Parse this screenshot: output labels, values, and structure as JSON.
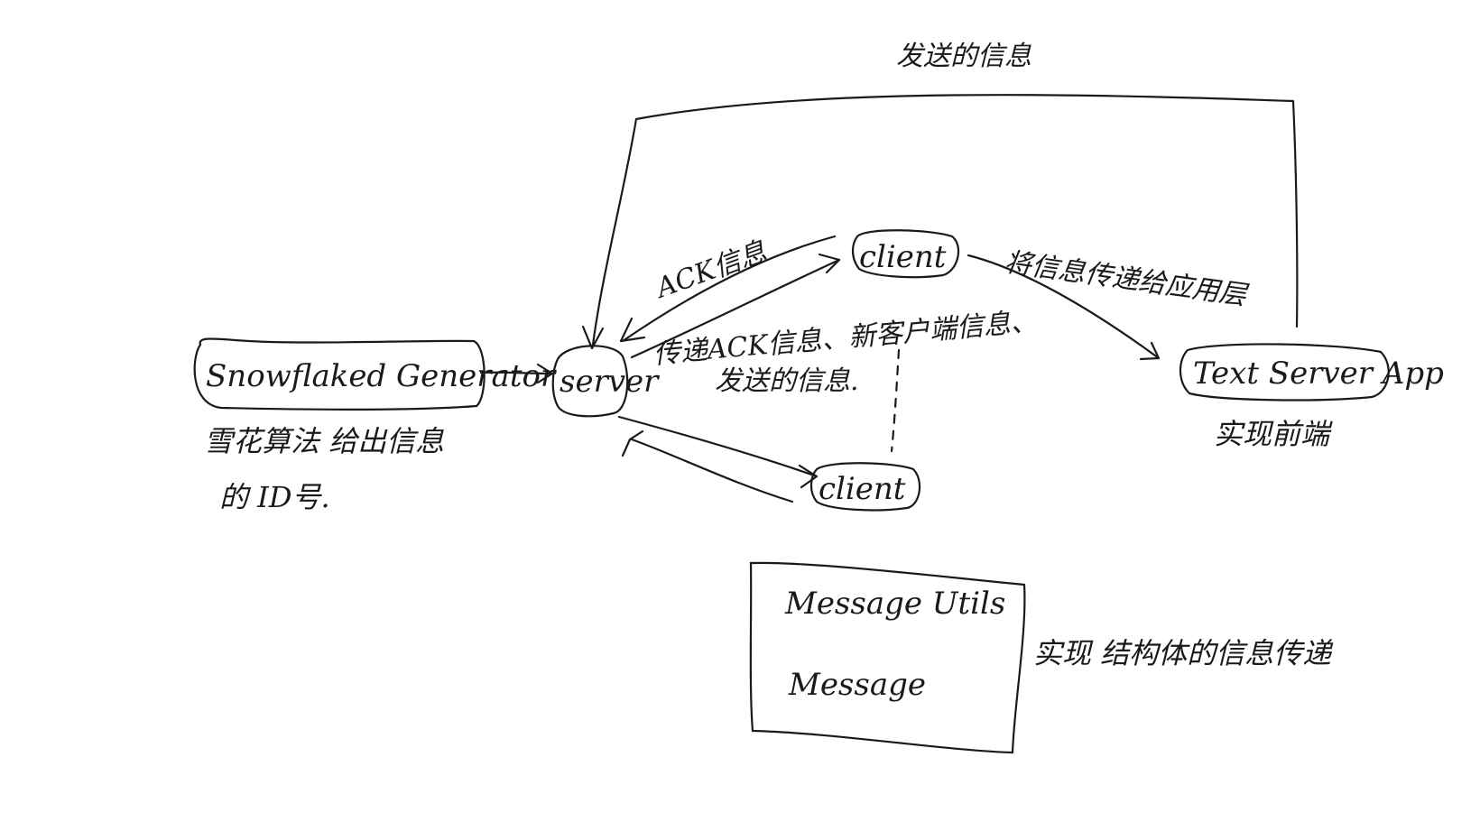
{
  "diagram": {
    "top_loop_label": "发送的信息",
    "nodes": {
      "snowflake": "Snowflaked Generator",
      "server": "server",
      "client_top": "client",
      "client_bottom": "client",
      "text_server_app": "Text Server App"
    },
    "edge_labels": {
      "ack": "ACK信息",
      "relay_line1": "传递ACK信息、新客户端信息、",
      "relay_line2": "发送的信息.",
      "to_app": "将信息传递给应用层"
    },
    "notes": {
      "snowflake_line1": "雪花算法 给出信息",
      "snowflake_line2": "的 ID号.",
      "frontend": "实现前端",
      "struct_transfer": "实现 结构体的信息传递"
    },
    "utils_box": {
      "line1": "Message Utils",
      "line2": "Message"
    }
  }
}
